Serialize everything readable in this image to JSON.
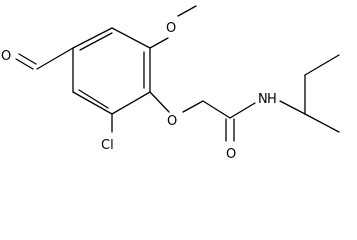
{
  "molecule": {
    "atoms": {
      "aldehyde_oxygen": "O",
      "methoxy_oxygen": "O",
      "ether_oxygen": "O",
      "amide_oxygen": "O",
      "amide_nitrogen": "N",
      "amide_hydrogen": "H",
      "chlorine": "Cl"
    }
  },
  "colors": {
    "bond": "#000000",
    "text": "#000000",
    "background": "#ffffff"
  }
}
